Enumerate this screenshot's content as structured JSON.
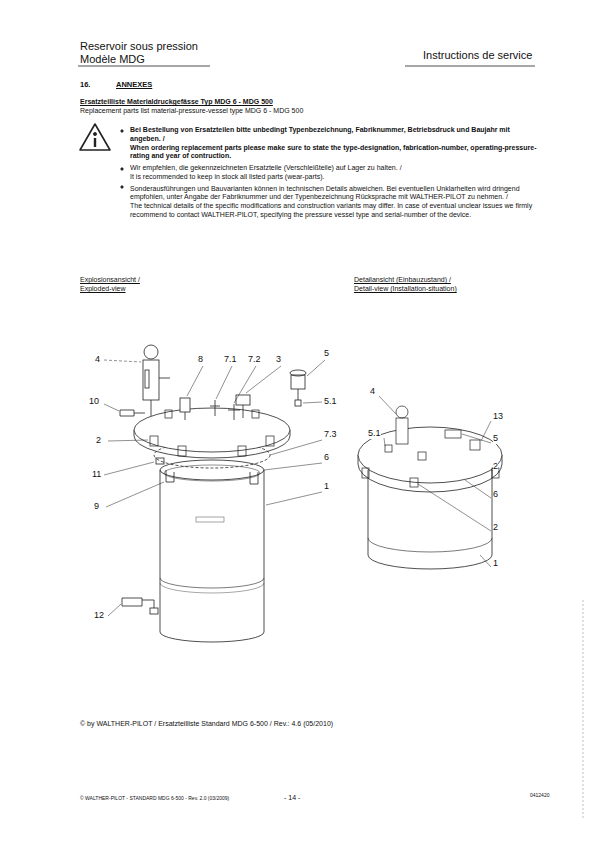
{
  "diagram": {
    "labels": [
      "Reservoir sous pression",
      "Modèle MDG",
      "Instructions de service",
      "16.",
      "ANNEXES",
      "Ersatzteilliste Materialdruckgefässe Typ MDG 6 - MDG 500",
      "Replacement parts list material-pressure-vessel type MDG 6 - MDG 500",
      "Bei Bestellung von Ersatzteilen bitte unbedingt Typenbezeichnung, Fabriknummer, Betriebsdruck und Baujahr mit angeben. /",
      "When ordering replacement parts please make sure to state the type-designation, fabrication-number, operating-pressure-rating and year of contruction.",
      "Wir empfehlen, die gekennzeichneten Ersatzteile (Verschleißteile) auf Lager zu halten. /",
      "It is recommended to keep in stock all listed parts (wear-parts).",
      "Sonderausführungen und Bauvarianten können in technischen Details abweichen. Bei eventuellen Unklarheiten wird dringend empfohlen, unter Angabe der Fabriknummer und der Typenbezeichnung Rücksprache mit WALTHER-PILOT zu nehmen. /",
      "The technical details of the specific modifications and construction variants may differ. In case of eventual unclear issues we firmly recommend to contact WALTHER-PILOT, specifying the pressure vessel type and serial-number of the device.",
      "Explosionsansicht /",
      "Exploded-view",
      "Detailansicht (Einbauzustand) /",
      "Detail-view (Installation-situation)",
      "4",
      "8",
      "7.1",
      "7.2",
      "3",
      "5",
      "5.1",
      "10",
      "2",
      "7.3",
      "6",
      "11",
      "9",
      "1",
      "12",
      "4",
      "5.1",
      "13",
      "5",
      "2",
      "6",
      "2",
      "1",
      "© by WALTHER-PILOT / Ersatzteilliste Standard MDG 6-500 / Rev.: 4.6 (05/2010)",
      "© WALTHER-PILOT - STANDARD MDG 6-500 - Rev. 2.0 (03/2009)",
      "- 14 -",
      "0412420"
    ]
  }
}
